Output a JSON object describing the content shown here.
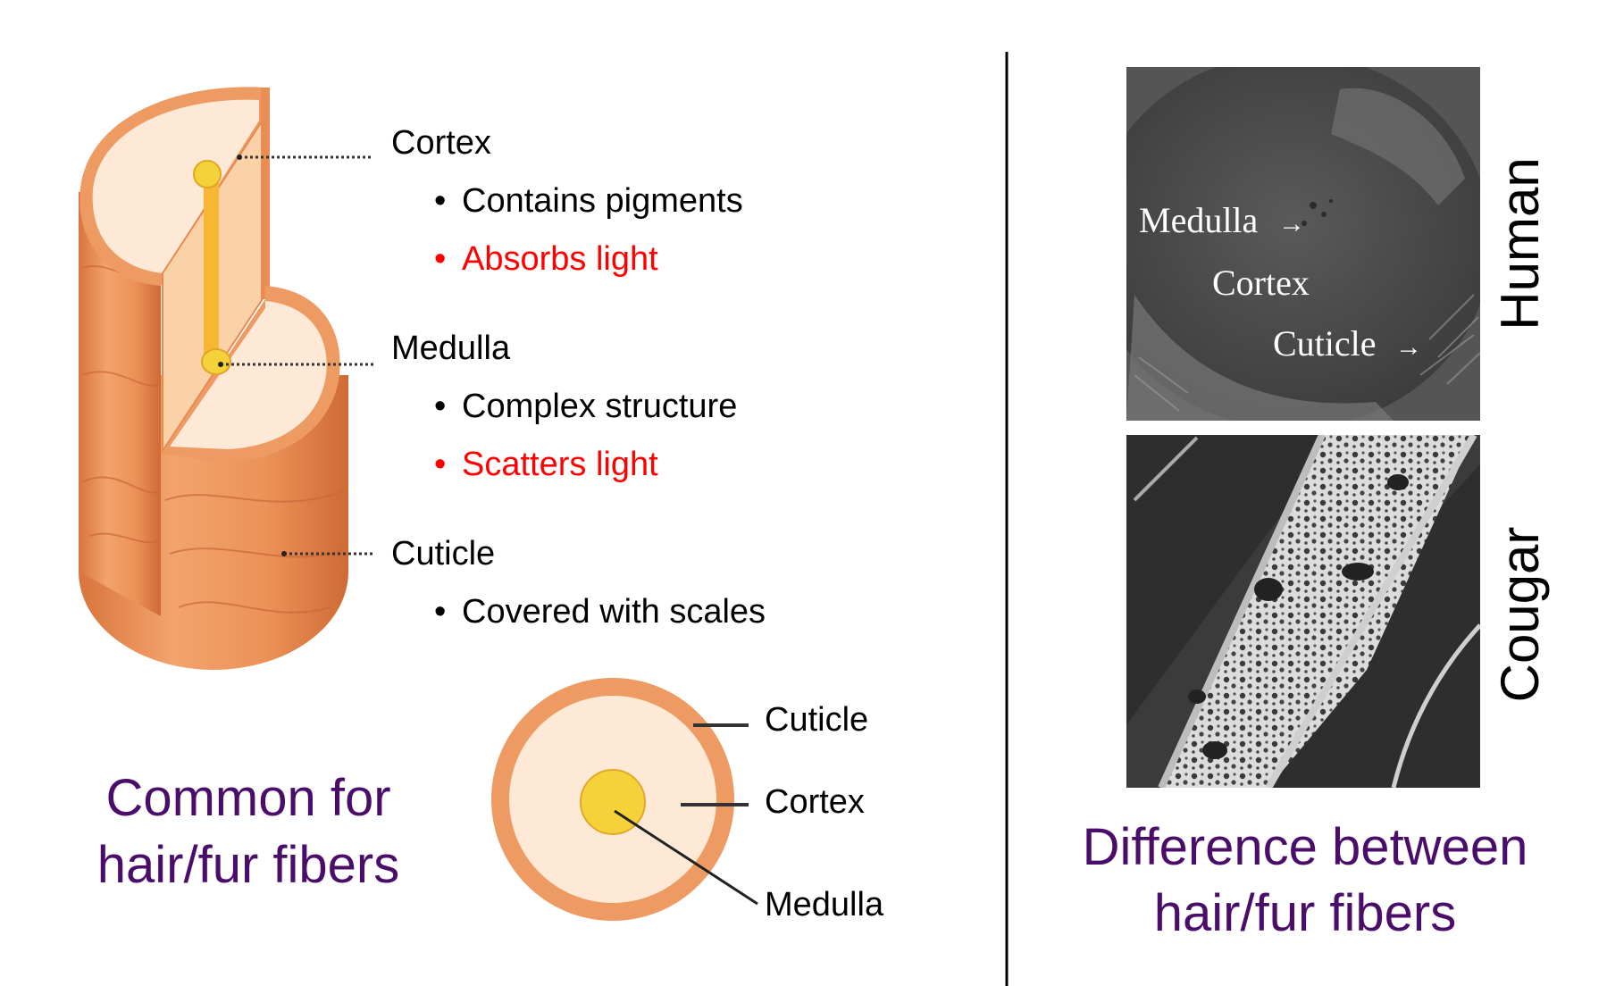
{
  "colors": {
    "cuticle_orange": "#ee9a63",
    "cortex_cream": "#fde9d6",
    "cut_face": "#fbd2a8",
    "medulla_yellow": "#f6d23a",
    "medulla_core": "#f7b733",
    "caption_purple": "#4b0d6a",
    "highlight_red": "#ff0000",
    "divider": "#000000"
  },
  "left_panel": {
    "labels": {
      "cortex": {
        "title": "Cortex",
        "bullets": [
          {
            "text": "Contains pigments",
            "color": "#000000"
          },
          {
            "text": "Absorbs light",
            "color": "#ff0000"
          }
        ]
      },
      "medulla": {
        "title": "Medulla",
        "bullets": [
          {
            "text": "Complex structure",
            "color": "#000000"
          },
          {
            "text": "Scatters light",
            "color": "#ff0000"
          }
        ]
      },
      "cuticle": {
        "title": "Cuticle",
        "bullets": [
          {
            "text": "Covered with scales",
            "color": "#000000"
          }
        ]
      }
    },
    "bullet_glyph": "•",
    "cross_section": {
      "cuticle": "Cuticle",
      "cortex": "Cortex",
      "medulla": "Medulla"
    },
    "caption": [
      "Common for",
      "hair/fur fibers"
    ]
  },
  "right_panel": {
    "human": {
      "side_label": "Human",
      "labels": [
        "Medulla",
        "Cortex",
        "Cuticle"
      ],
      "arrow": "→"
    },
    "cougar": {
      "side_label": "Cougar"
    },
    "caption": [
      "Difference between",
      "hair/fur fibers"
    ]
  }
}
